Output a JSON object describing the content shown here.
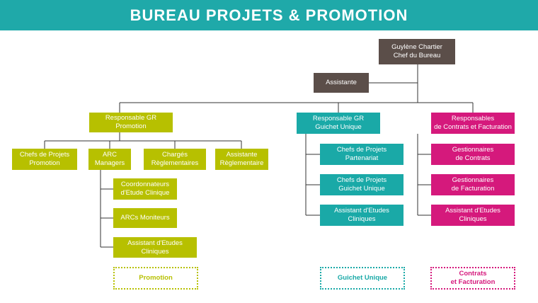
{
  "title": "BUREAU PROJETS & PROMOTION",
  "colors": {
    "header": "#1fa9a9",
    "director": "#5b4e49",
    "promotion": "#b7c000",
    "guichet": "#1aa9a7",
    "contrats": "#d5197c",
    "line": "#333333"
  },
  "director": {
    "name": "Guylène Chartier",
    "role": "Chef du Bureau"
  },
  "assistant": "Assistante",
  "promotion": {
    "head": "Responsable GR\nPromotion",
    "children": [
      "Chefs de Projets\nPromotion",
      "ARC\nManagers",
      "Chargés\nRèglementaires",
      "Assistante\nRèglementaire"
    ],
    "arc_children": [
      "Coordonnateurs\nd'Etude Clinique",
      "ARCs Moniteurs",
      "Assistant d'Etudes\nCliniques"
    ]
  },
  "guichet": {
    "head": "Responsable GR\nGuichet Unique",
    "children": [
      "Chefs de Projets\nPartenariat",
      "Chefs de Projets\nGuichet Unique",
      "Assistant d'Etudes\nCliniques"
    ]
  },
  "contrats": {
    "head": "Responsables\nde Contrats et Facturation",
    "children": [
      "Gestionnaires\nde Contrats",
      "Gestionnaires\nde Facturation",
      "Assistant d'Etudes\nCliniques"
    ]
  },
  "legend": {
    "promotion": "Promotion",
    "guichet": "Guichet Unique",
    "contrats": "Contrats\net Facturation"
  }
}
